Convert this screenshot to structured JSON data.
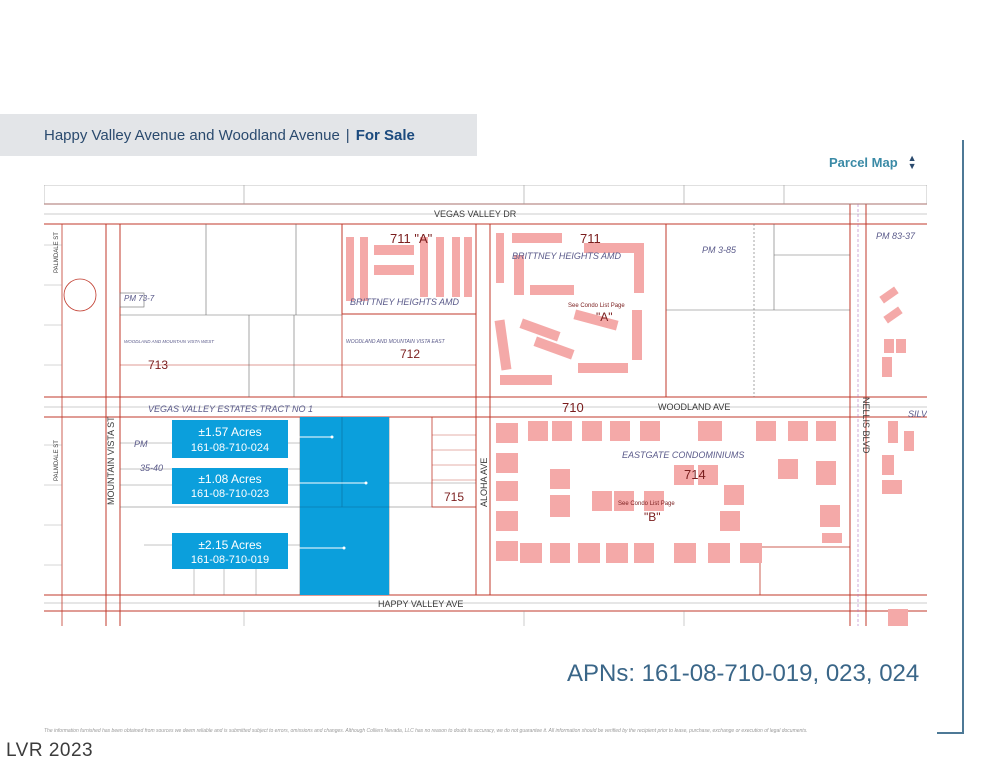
{
  "header": {
    "title": "Happy Valley Avenue and Woodland Avenue",
    "separator": "|",
    "status": "For Sale"
  },
  "nav": {
    "label": "Parcel Map",
    "icon": "sort-arrows-icon"
  },
  "map": {
    "streets": {
      "vegas_valley": "VEGAS VALLEY DR",
      "woodland": "WOODLAND AVE",
      "happy_valley": "HAPPY VALLEY AVE",
      "mountain_vista": "MOUNTAIN VISTA ST",
      "aloha": "ALOHA AVE",
      "nellis": "NELLIS BLVD",
      "palmdale_top": "PALMDALE ST",
      "palmdale_bottom": "PALMDALE ST"
    },
    "subdivisions": {
      "block_711a": "711 \"A\"",
      "block_711": "711",
      "brittney_amd_right": "BRITTNEY HEIGHTS AMD",
      "brittney_amd_left": "BRITTNEY HEIGHTS AMD",
      "condo_a": "See Condo List Page",
      "condo_a_letter": "\"A\"",
      "block_712": "712",
      "block_713": "713",
      "block_710": "710",
      "block_714": "714",
      "block_715": "715",
      "eastgate": "EASTGATE CONDOMINIUMS",
      "condo_b": "See Condo List Page",
      "condo_b_letter": "\"B\"",
      "tract": "VEGAS VALLEY ESTATES TRACT NO 1",
      "woodland_west": "WOODLAND AND MOUNTAIN VISTA WEST",
      "woodland_east": "WOODLAND AND MOUNTAIN VISTA EAST",
      "pm_73": "PM 73-7",
      "pm_3_85": "PM 3-85",
      "pm_83_37": "PM 83-37",
      "pm_35_40": "35-40",
      "pm_left": "PM",
      "silv": "SILV"
    },
    "parcels": [
      {
        "acres": "±1.57 Acres",
        "apn": "161-08-710-024"
      },
      {
        "acres": "±1.08 Acres",
        "apn": "161-08-710-023"
      },
      {
        "acres": "±2.15 Acres",
        "apn": "161-08-710-019"
      }
    ],
    "accent": "#0b9fdc",
    "lot_line_color": "#c0392b",
    "building_color": "#f4a9a8"
  },
  "apns": "APNs: 161-08-710-019, 023, 024",
  "disclaimer": "The information furnished has been obtained from sources we deem reliable and is submitted subject to errors, omissions and changes. Although Colliers Nevada, LLC has no reason to doubt its accuracy, we do not guarantee it. All information should be verified by the recipient prior to lease, purchase, exchange or execution of legal documents.",
  "watermark": "LVR 2023"
}
